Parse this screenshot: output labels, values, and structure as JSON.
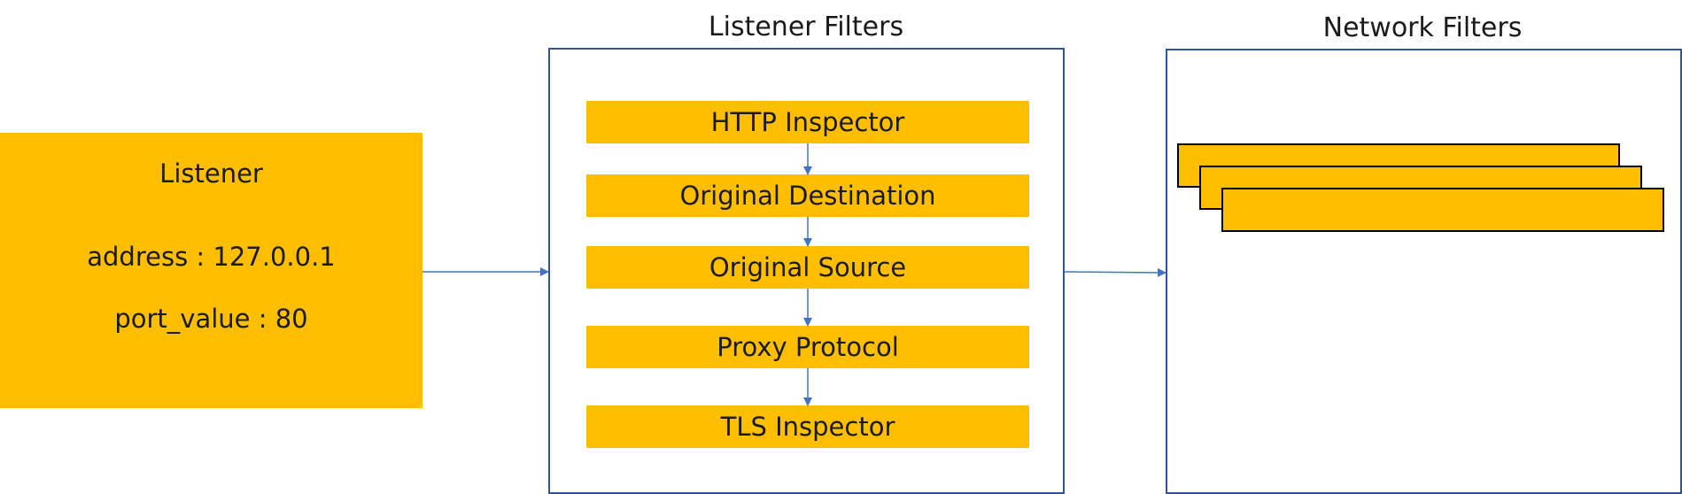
{
  "listener": {
    "title": "Listener",
    "address_line": "address : 127.0.0.1",
    "port_line": "port_value : 80"
  },
  "listener_filters": {
    "title": "Listener Filters",
    "items": [
      "HTTP Inspector",
      "Original Destination",
      "Original Source",
      "Proxy Protocol",
      "TLS Inspector"
    ]
  },
  "network_filters": {
    "title": "Network Filters"
  },
  "colors": {
    "fill": "#FFBF00",
    "border": "#2F5597",
    "arrow": "#4472C4",
    "card_border": "#000000"
  }
}
